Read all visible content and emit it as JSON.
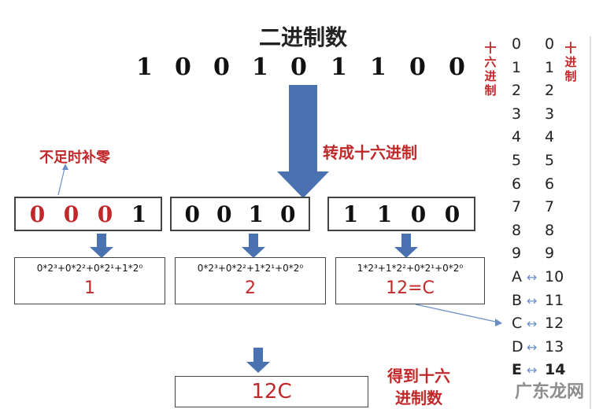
{
  "title": "二进制数",
  "binary_digits": [
    "1",
    "0",
    "0",
    "1",
    "0",
    "1",
    "1",
    "0",
    "0"
  ],
  "pad_label": "不足时补零",
  "convert_label": "转成十六进制",
  "groups": [
    {
      "digits": [
        "0",
        "0",
        "0",
        "1"
      ],
      "formula": "0*2³+0*2²+0*2¹+1*2⁰",
      "result": "1"
    },
    {
      "digits": [
        "0",
        "0",
        "1",
        "0"
      ],
      "formula": "0*2³+0*2²+1*2¹+0*2⁰",
      "result": "2"
    },
    {
      "digits": [
        "1",
        "1",
        "0",
        "0"
      ],
      "formula": "1*2³+1*2²+0*2¹+0*2⁰",
      "result": "12=C"
    }
  ],
  "final_result": "12C",
  "final_label_1": "得到十六",
  "final_label_2": "进制数",
  "hex_label": [
    "十",
    "六",
    "进",
    "制"
  ],
  "dec_label": [
    "十",
    "进",
    "制"
  ],
  "table": {
    "hex": [
      "0",
      "1",
      "2",
      "3",
      "4",
      "5",
      "6",
      "7",
      "8",
      "9",
      "A",
      "B",
      "C",
      "D",
      "E"
    ],
    "arrows": [
      "",
      "",
      "",
      "",
      "",
      "",
      "",
      "",
      "",
      "",
      "↔",
      "↔",
      "↔",
      "↔",
      "↔"
    ],
    "dec": [
      "0",
      "1",
      "2",
      "3",
      "4",
      "5",
      "6",
      "7",
      "8",
      "9",
      "10",
      "11",
      "12",
      "13",
      "14"
    ]
  },
  "watermark": "广东龙网",
  "colors": {
    "arrow_blue": "#4a72b0",
    "red": "#c0282a",
    "thin_line": "#6a8fc7"
  }
}
